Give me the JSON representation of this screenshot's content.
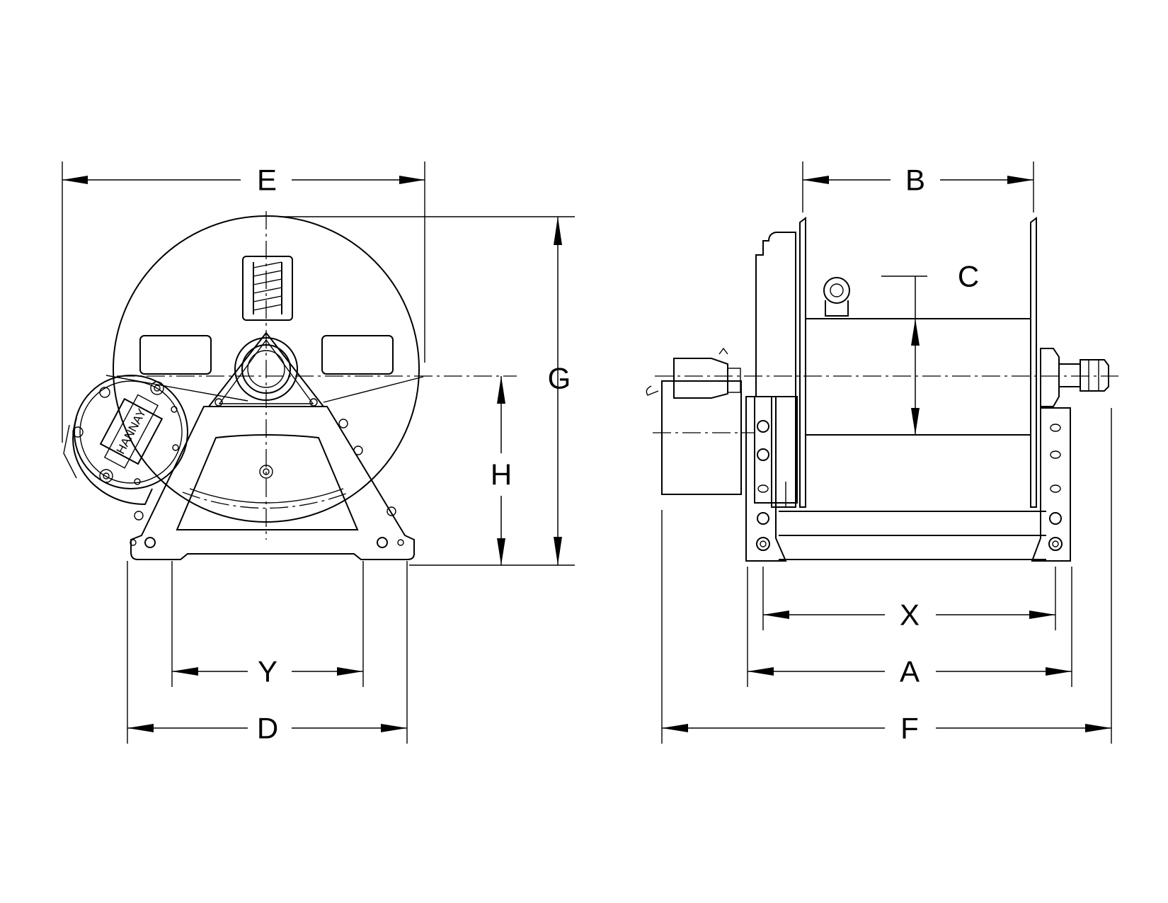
{
  "labels": {
    "E": "E",
    "G": "G",
    "H": "H",
    "Y": "Y",
    "D": "D",
    "B": "B",
    "C": "C",
    "X": "X",
    "A": "A",
    "F": "F"
  },
  "brand": "HANNAY"
}
